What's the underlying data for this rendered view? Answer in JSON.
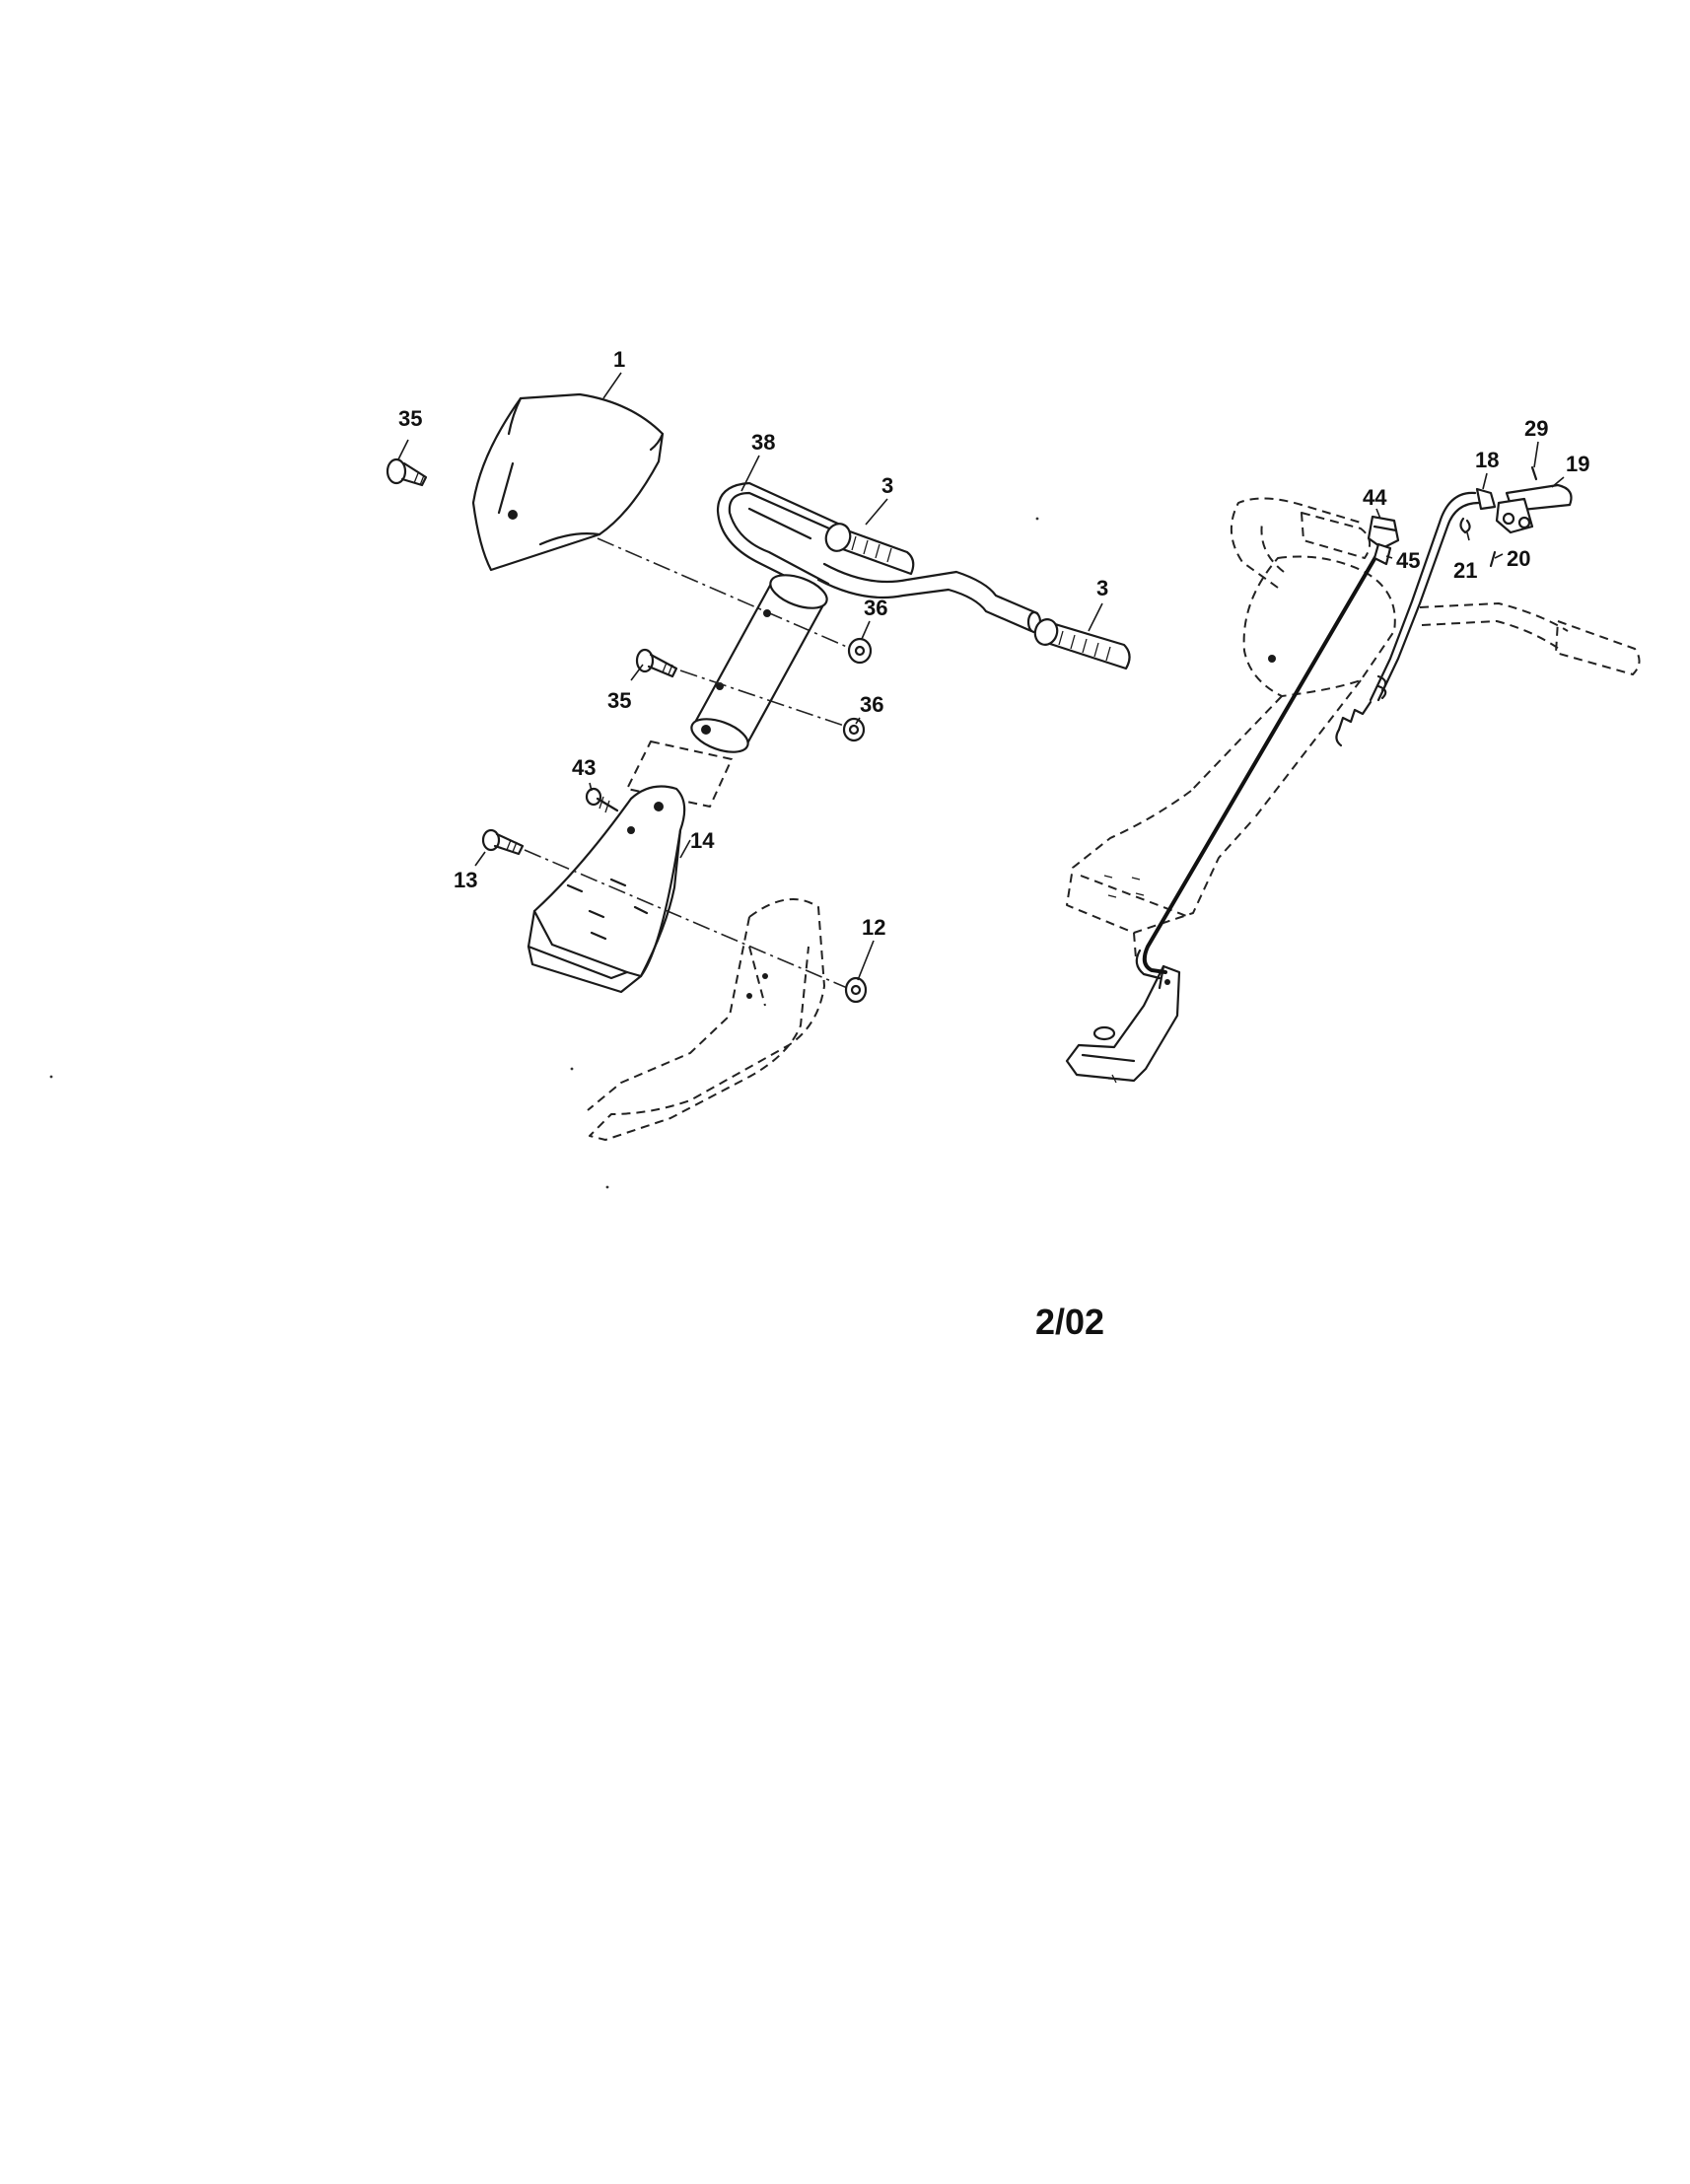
{
  "callouts": {
    "c1": "1",
    "c35a": "35",
    "c38": "38",
    "c3a": "3",
    "c3b": "3",
    "c36a": "36",
    "c35b": "35",
    "c36b": "36",
    "c43": "43",
    "c14": "14",
    "c13": "13",
    "c12": "12",
    "c44": "44",
    "c45": "45",
    "c18": "18",
    "c29": "29",
    "c19": "19",
    "c21": "21",
    "c20": "20"
  },
  "revision": "2/02"
}
